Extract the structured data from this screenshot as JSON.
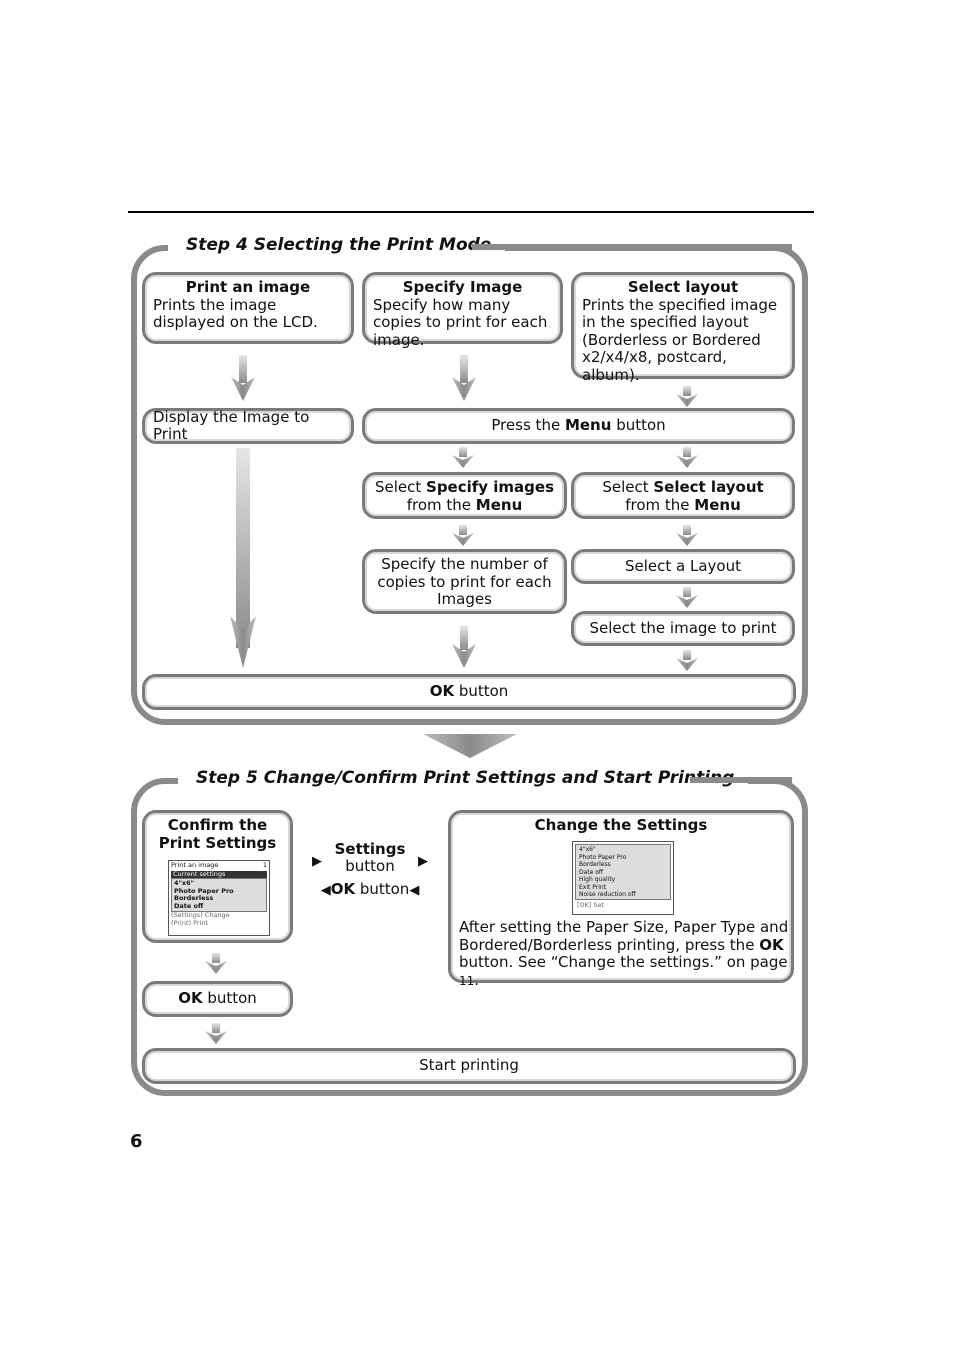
{
  "step4": {
    "title": "Step 4  Selecting the Print Mode",
    "print_image": {
      "title": "Print an image",
      "desc": "Prints the image displayed on the LCD."
    },
    "specify_image": {
      "title": "Specify Image",
      "desc": "Specify how many copies to print for each image."
    },
    "select_layout": {
      "title": "Select layout",
      "desc": "Prints the specified image in the specified layout (Borderless or Bordered x2/x4/x8, postcard, album)."
    },
    "display_image": "Display the Image to Print",
    "press_menu": {
      "pre": "Press the ",
      "bold": "Menu",
      "post": " button"
    },
    "select_specify": {
      "pre": "Select ",
      "bold": "Specify images",
      "line2_pre": "from the ",
      "line2_bold": "Menu"
    },
    "select_layout_menu": {
      "pre": "Select ",
      "bold": "Select layout",
      "line2_pre": "from the ",
      "line2_bold": "Menu"
    },
    "specify_number": "Specify the number of copies to print for each Images",
    "select_a_layout": "Select a Layout",
    "select_image_print": "Select the image to print",
    "ok_button": {
      "bold": "OK",
      "post": " button"
    }
  },
  "step5": {
    "title": "Step 5  Change/Confirm Print Settings and Start Printing",
    "confirm": {
      "line1": "Confirm the",
      "line2": "Print Settings"
    },
    "confirm_lcd": {
      "header": "Print an image",
      "copies": "1",
      "current": "Current settings",
      "items": [
        "4\"x6\"",
        "Photo Paper Pro",
        "Borderless",
        "Date off"
      ],
      "footer1": "(Settings) Change",
      "footer2": "(Print) Print"
    },
    "settings_button": {
      "bold": "Settings",
      "post": "button"
    },
    "ok_nav": {
      "bold": "OK",
      "post": " button"
    },
    "change": {
      "title": "Change the Settings",
      "desc_pre": "After setting the Paper Size, Paper Type and Bordered/Borderless printing, press the ",
      "desc_bold": "OK",
      "desc_post": " button. See “Change the settings.” on page ",
      "page_ref": "11",
      "period": "."
    },
    "change_lcd": {
      "items": [
        "4\"x6\"",
        "Photo Paper Pro",
        "Borderless",
        "Date off",
        "High quality",
        "Exit Print",
        "Noise reduction off"
      ],
      "footer": "[OK] Set"
    },
    "ok_button": {
      "bold": "OK",
      "post": " button"
    },
    "start_printing": "Start printing"
  },
  "page_number": "6"
}
